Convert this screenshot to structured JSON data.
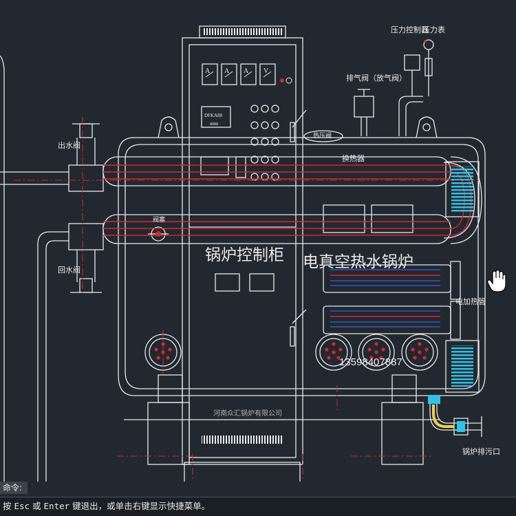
{
  "drawing": {
    "cabinet_title": "锅炉控制柜",
    "boiler_title": "电真空热水锅炉",
    "phone": "13598407887",
    "company": "河南众汇锅炉有限公司",
    "display_text": "DFKA88",
    "display_sub": "8888",
    "meter_labels": [
      "A",
      "A",
      "A",
      "V"
    ],
    "labels": {
      "outlet_valve": "出水阀",
      "return_valve": "回水阀",
      "pressure_controller": "压力控制器",
      "pressure_gauge": "压力表",
      "exhaust_valve": "排气阀（放气阀）",
      "heat_exchanger": "换热器",
      "electric_heater": "电加热管",
      "drain": "锅炉排污口",
      "heat_tank": "热压阀",
      "stop": "阀塞"
    }
  },
  "command": {
    "prompt": "命令:",
    "hint_prefix": "按 ",
    "key_esc": "Esc",
    "hint_or": " 或 ",
    "key_enter": "Enter",
    "hint_suffix": " 键退出，或单击右键显示快捷菜单。"
  },
  "colors": {
    "background": "#212830",
    "line": "#e9e9e9",
    "red": "#e0242a",
    "cyan": "#2ec4e8",
    "blue": "#3d5fd8",
    "yellow": "#f0d04a"
  }
}
